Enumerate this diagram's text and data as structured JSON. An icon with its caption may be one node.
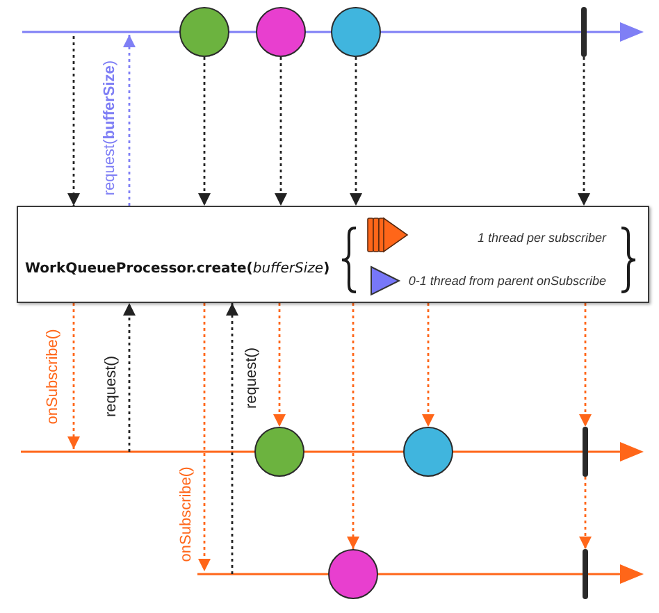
{
  "diagram": {
    "nodes": [
      {
        "text": [],
        "shape": "circle"
      },
      {
        "text": [],
        "shape": "circle"
      },
      {
        "text": [],
        "shape": "circle"
      },
      {
        "text": [],
        "shape": "bar"
      },
      {
        "text": [
          "WorkQueueProcessor.create(*bufferSize*)"
        ]
      },
      {
        "text": [],
        "shape": "circle"
      },
      {
        "text": [],
        "shape": "circle"
      },
      {
        "text": [],
        "shape": "bar"
      },
      {
        "text": [],
        "shape": "circle"
      },
      {
        "text": [],
        "shape": "bar"
      }
    ],
    "edges": [
      {
        "from": null,
        "to": 4,
        "arrow": "to",
        "style": "dashed"
      },
      {
        "from": 4,
        "to": null,
        "arrow": "to",
        "style": "dashed",
        "color": "#7f7ff5",
        "label": "request(**bufferSize**)"
      },
      {
        "from": 0,
        "to": 4,
        "arrow": "to",
        "style": "dashed"
      },
      {
        "from": 1,
        "to": 4,
        "arrow": "to",
        "style": "dashed"
      },
      {
        "from": 2,
        "to": 4,
        "arrow": "to",
        "style": "dashed"
      },
      {
        "from": 3,
        "to": 4,
        "arrow": "to",
        "style": "dashed"
      },
      {
        "from": 4,
        "to": null,
        "arrow": "to",
        "style": "dashed",
        "color": "#ff6619",
        "label": "onSubscribe()"
      },
      {
        "from": null,
        "to": 4,
        "arrow": "to",
        "style": "dashed",
        "label": "request()"
      },
      {
        "from": 4,
        "to": null,
        "arrow": "to",
        "style": "dashed",
        "color": "#ff6619",
        "label": "onSubscribe()"
      },
      {
        "from": null,
        "to": 4,
        "arrow": "to",
        "style": "dashed",
        "label": "request()"
      },
      {
        "from": 4,
        "to": 5,
        "arrow": "to",
        "style": "dashed",
        "color": "#ff6619"
      },
      {
        "from": 4,
        "to": 8,
        "arrow": "to",
        "style": "dashed",
        "color": "#ff6619"
      },
      {
        "from": 4,
        "to": 6,
        "arrow": "to",
        "style": "dashed",
        "color": "#ff6619"
      },
      {
        "from": 4,
        "to": 7,
        "arrow": "to",
        "style": "dashed",
        "color": "#ff6619"
      },
      {
        "from": 7,
        "to": 9,
        "arrow": "to",
        "style": "dashed",
        "color": "#ff6619"
      }
    ],
    "legend": [
      {
        "text": "1 thread per subscriber"
      },
      {
        "text": "0-1 thread from parent onSubscribe"
      }
    ]
  }
}
